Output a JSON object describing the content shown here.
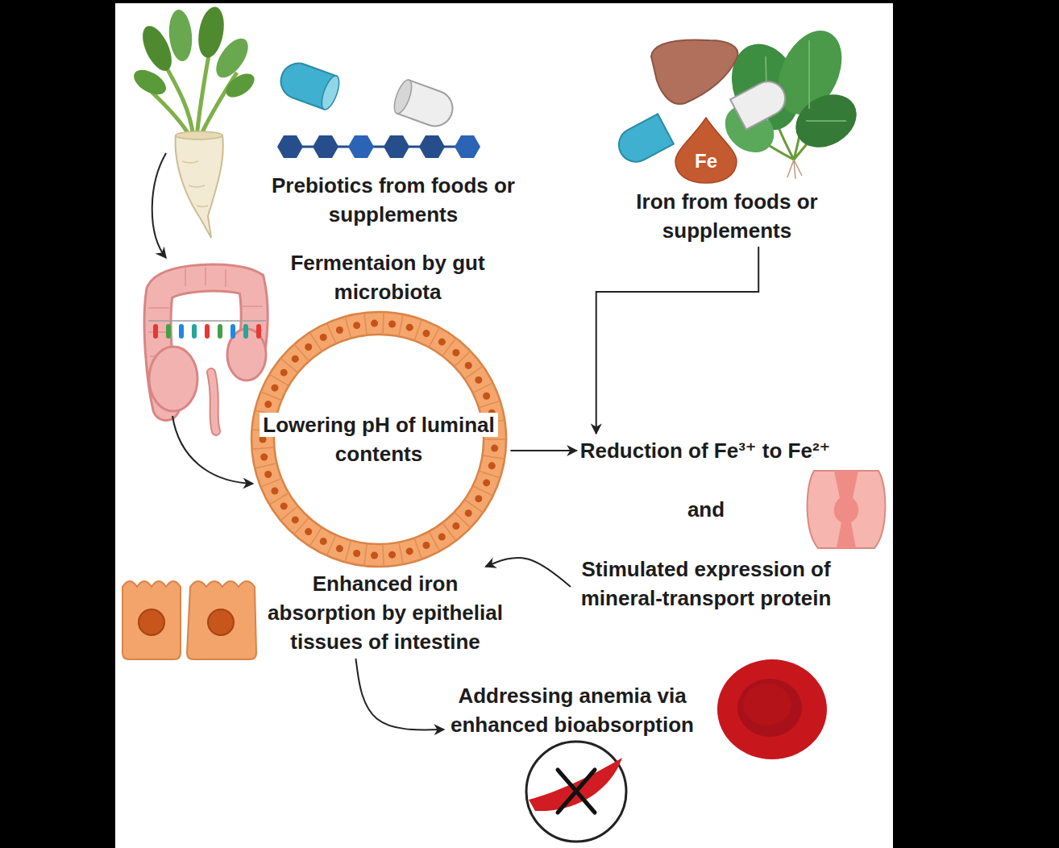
{
  "diagram": {
    "nodes": [
      {
        "text": [
          "Prebiotics from foods or supplements"
        ]
      },
      {
        "text": [
          "Fe"
        ]
      },
      {
        "text": [
          "Iron from foods or supplements"
        ]
      },
      {
        "text": [
          "Fermentaion by gut microbiota"
        ]
      },
      {
        "text": [
          "Lowering pH of luminal contents"
        ]
      },
      {
        "text": [
          "Reduction of Fe³⁺ to Fe²⁺"
        ]
      },
      {
        "text": [
          "Stimulated expression of mineral-transport protein"
        ]
      },
      {
        "text": [
          "Enhanced iron absorption by epithelial tissues of intestine"
        ]
      },
      {
        "text": [
          "Addressing anemia via enhanced bioabsorption"
        ]
      }
    ],
    "edges": [
      {
        "from": 2,
        "to": 5,
        "arrow": "to"
      },
      {
        "from": 4,
        "to": 5,
        "arrow": "to"
      },
      {
        "from": 6,
        "to": 7,
        "arrow": "to"
      },
      {
        "from": 7,
        "to": 8,
        "arrow": "to"
      }
    ],
    "labels": [
      "and"
    ]
  }
}
